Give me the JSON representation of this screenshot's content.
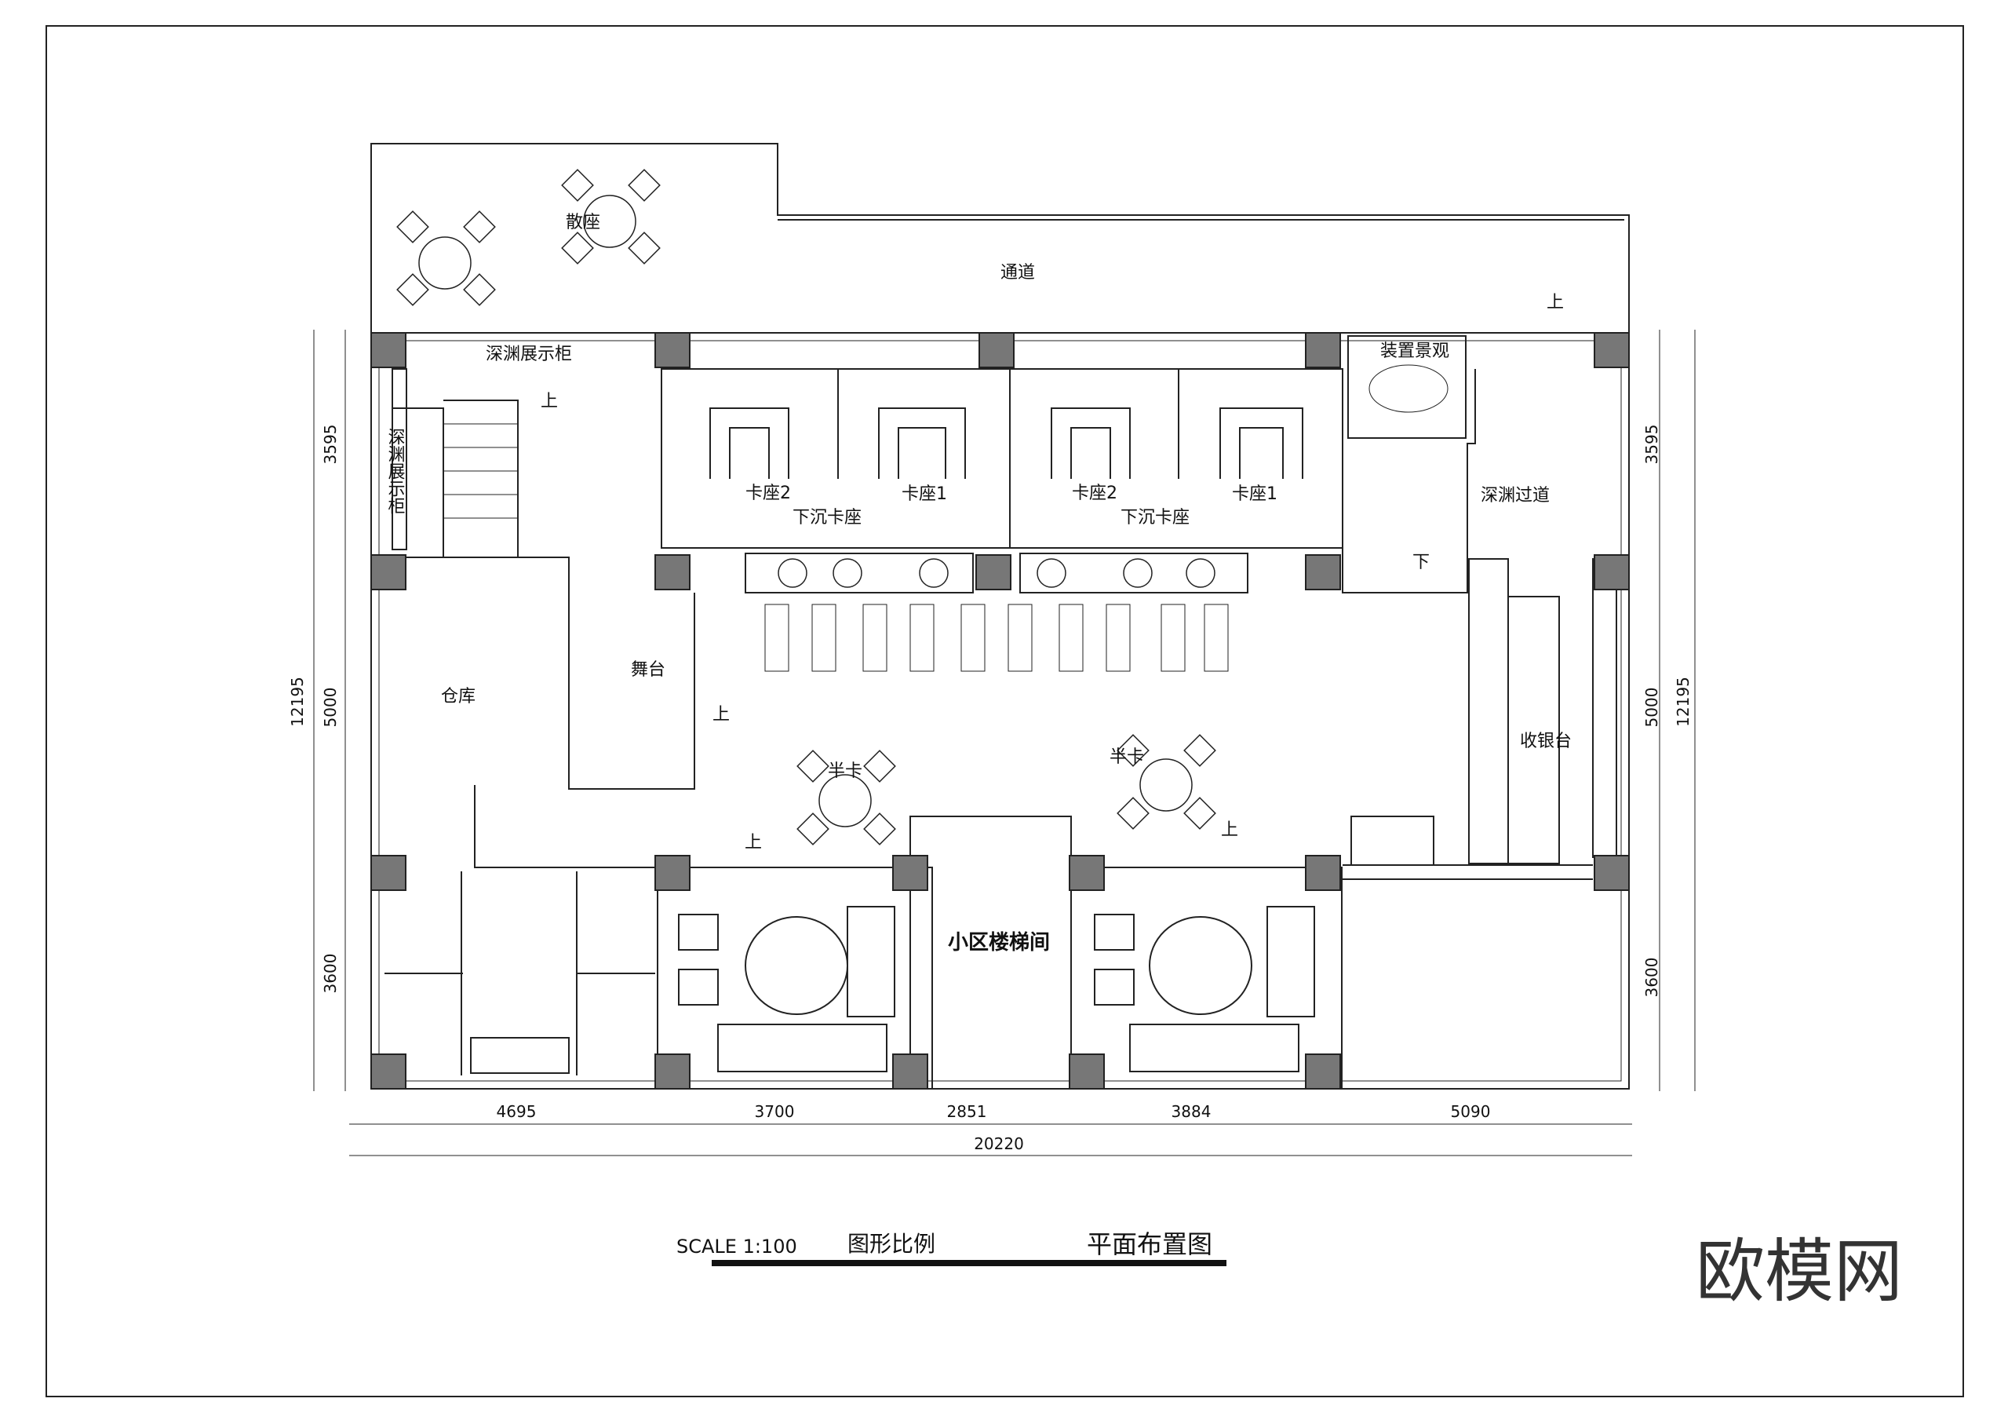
{
  "rooms": {
    "loose_seating": "散座",
    "corridor": "通道",
    "abyss_display_top": "深渊展示柜",
    "abyss_display_side": "深渊展示柜",
    "booth2_a": "卡座2",
    "booth1_a": "卡座1",
    "booth2_b": "卡座2",
    "booth1_b": "卡座1",
    "sunken_a": "下沉卡座",
    "sunken_b": "下沉卡座",
    "installation": "装置景观",
    "abyss_passage": "深渊过道",
    "stage": "舞台",
    "storage": "仓库",
    "cashier": "收银台",
    "half_booth_a": "半卡",
    "half_booth_b": "半卡",
    "stairwell": "小区楼梯间"
  },
  "markers": {
    "up": "上",
    "down": "下"
  },
  "dimensions": {
    "bottom": [
      "4695",
      "3700",
      "2851",
      "3884",
      "5090"
    ],
    "bottom_total": "20220",
    "left": [
      "3595",
      "5000",
      "3600"
    ],
    "left_total": "12195",
    "right": [
      "3595",
      "5000",
      "3600"
    ],
    "right_total": "12195"
  },
  "title_block": {
    "scale": "SCALE 1:100",
    "legend": "图形比例",
    "title": "平面布置图"
  },
  "watermark": "欧模网"
}
